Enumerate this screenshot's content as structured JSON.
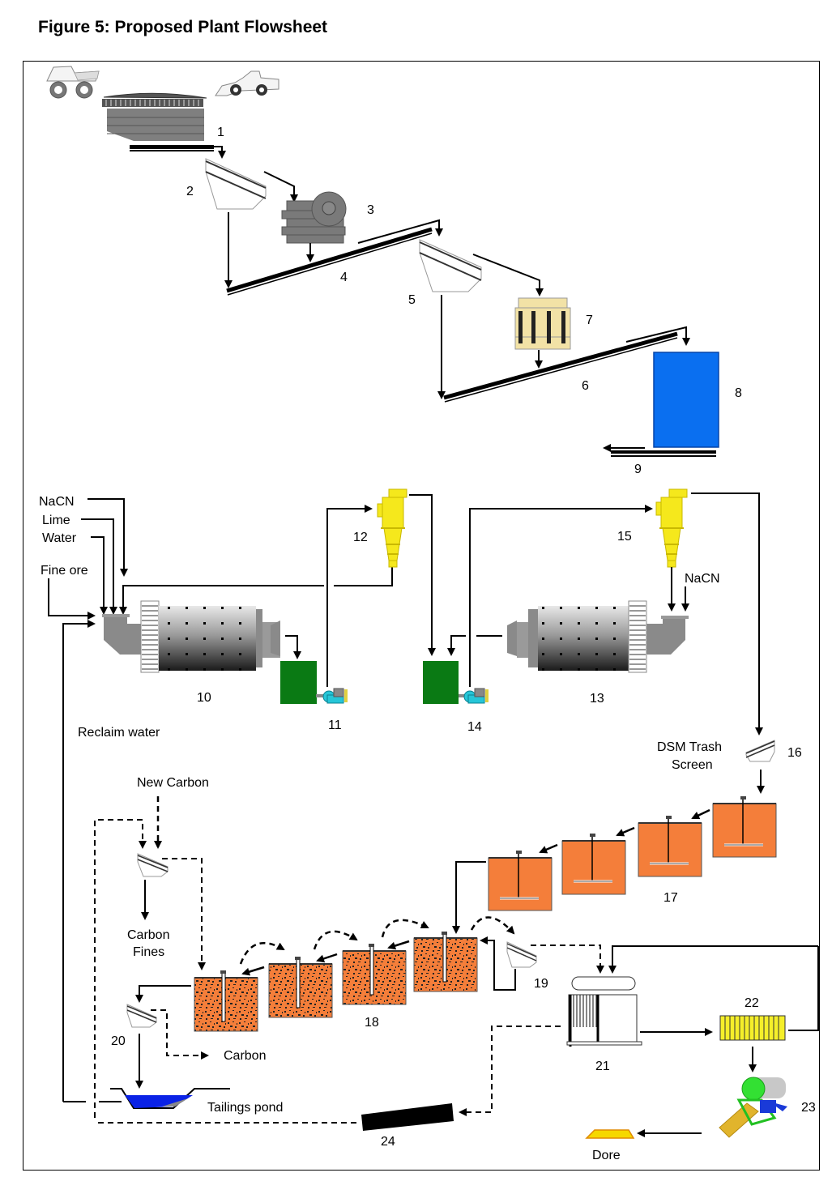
{
  "figure": {
    "title": "Figure 5:  Proposed Plant Flowsheet"
  },
  "colors": {
    "bin_blue": "#0a6ff0",
    "sump_green": "#0a7a14",
    "cyclone_yellow": "#f5e81c",
    "tank_orange": "#f47e3a",
    "pond_blue": "#0a22e6",
    "dore_gold": "#f6c400",
    "pump_cyan": "#26c6d8",
    "crusher_gray": "#7a7a7a",
    "cone_crusher_tan": "#f2e2a6",
    "screen_yellow": "#f5ef2a"
  },
  "equipment": {
    "e1": "1",
    "e2": "2",
    "e3": "3",
    "e4": "4",
    "e5": "5",
    "e6": "6",
    "e7": "7",
    "e8": "8",
    "e9": "9",
    "e10": "10",
    "e11": "11",
    "e12": "12",
    "e13": "13",
    "e14": "14",
    "e15": "15",
    "e16": "16",
    "e17": "17",
    "e18": "18",
    "e19": "19",
    "e20": "20",
    "e21": "21",
    "e22": "22",
    "e23": "23",
    "e24": "24"
  },
  "streams": {
    "nacn": "NaCN",
    "lime": "Lime",
    "water": "Water",
    "fine_ore": "Fine ore",
    "nacn2": "NaCN",
    "reclaim_water": "Reclaim water",
    "dsm_line1": "DSM Trash",
    "dsm_line2": "Screen",
    "new_carbon": "New Carbon",
    "carbon_fines_1": "Carbon",
    "carbon_fines_2": "Fines",
    "carbon": "Carbon",
    "tailings_pond": "Tailings pond",
    "dore": "Dore"
  }
}
